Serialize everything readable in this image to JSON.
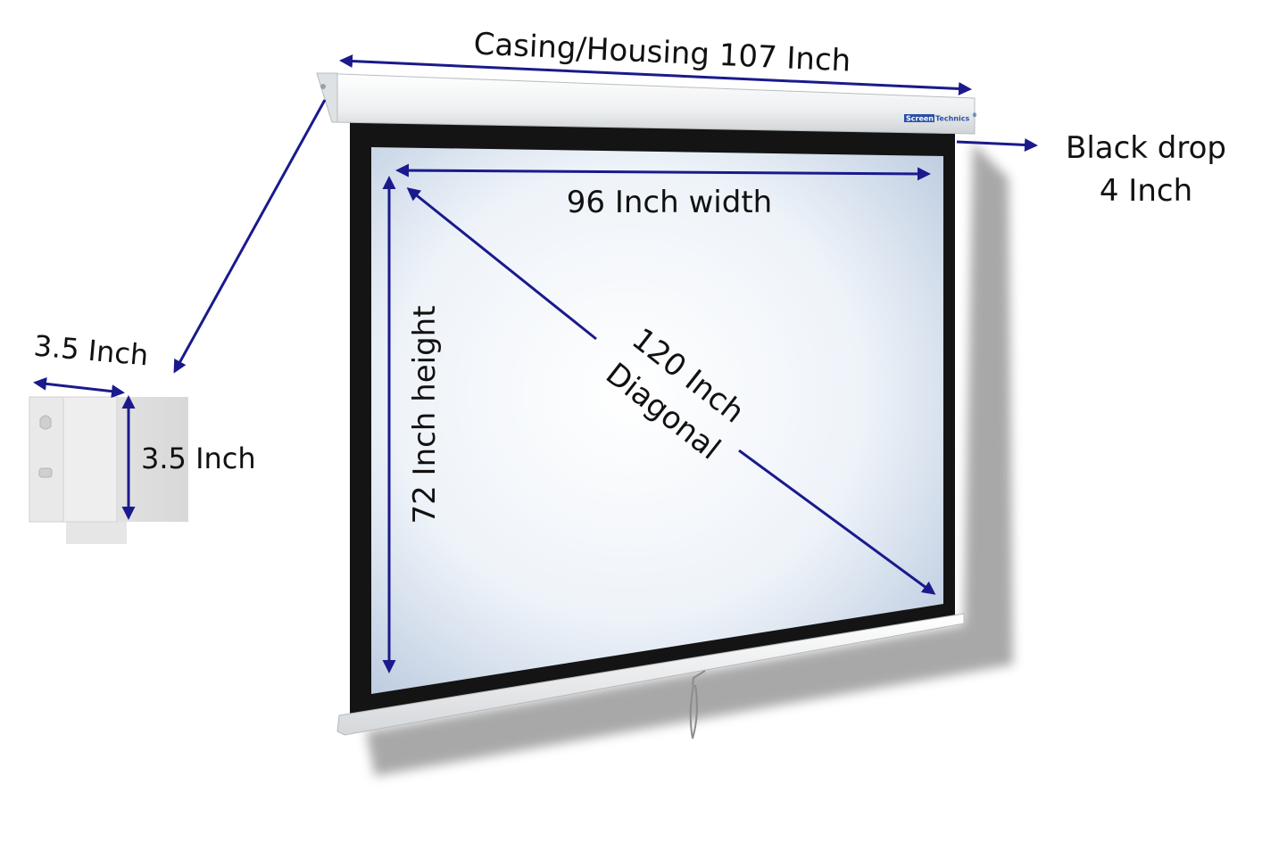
{
  "labels": {
    "casing": "Casing/Housing 107 Inch",
    "black_drop_line1": "Black drop",
    "black_drop_line2": "4 Inch",
    "width": "96 Inch width",
    "height": "72 Inch height",
    "diagonal_line1": "120 Inch",
    "diagonal_line2": "Diagonal",
    "bracket_width": "3.5 Inch",
    "bracket_height": "3.5 Inch"
  },
  "brand": {
    "name_part1": "Screen",
    "name_part2": "Technics",
    "mark": "®"
  },
  "colors": {
    "arrow": "#1a1a8c",
    "border": "#141414",
    "casing": "#eef0f1",
    "screen_center": "#ffffff",
    "screen_edge": "#b7c7dd",
    "shadow": "#9a9a9a",
    "brand_blue": "#2a4fa8"
  }
}
